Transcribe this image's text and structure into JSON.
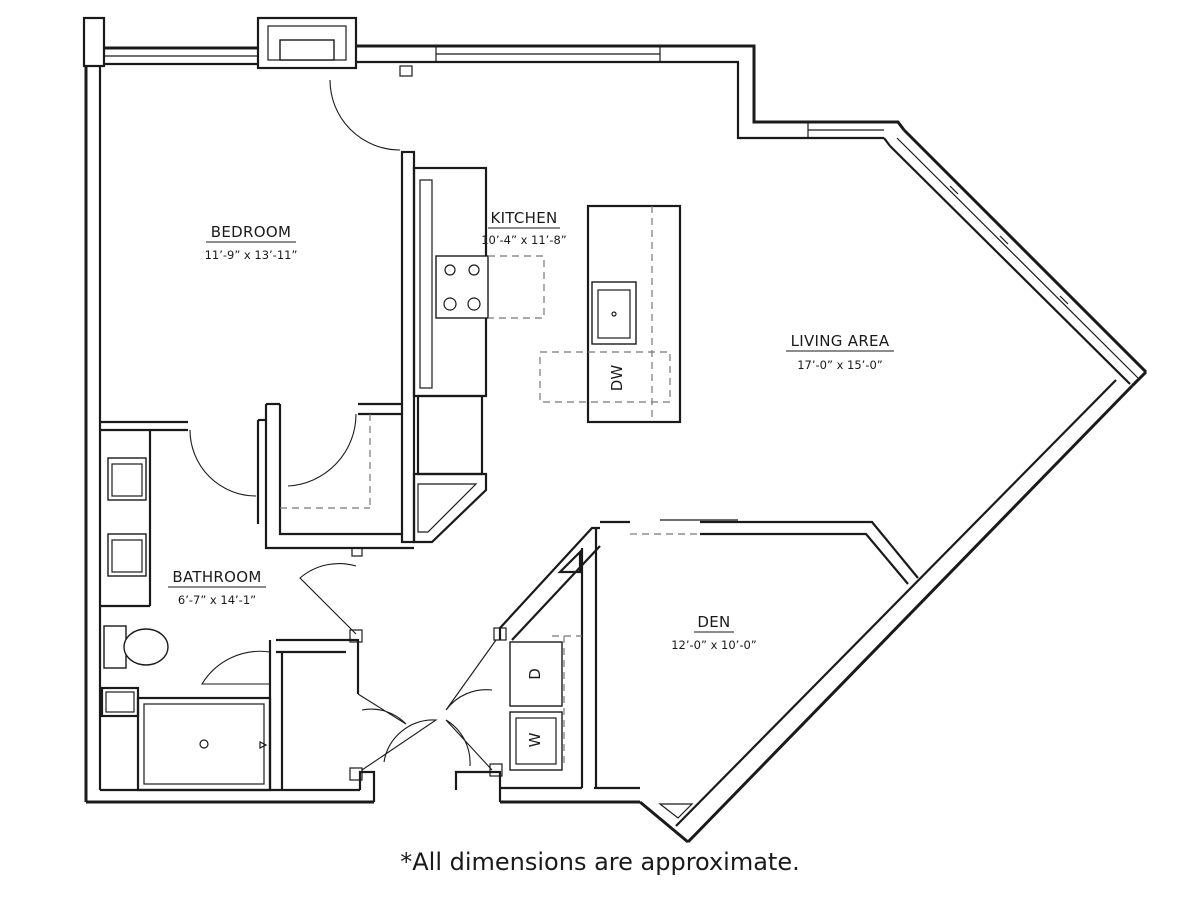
{
  "rooms": {
    "bedroom": {
      "name": "BEDROOM",
      "dims": "11’-9” x 13’-11”"
    },
    "kitchen": {
      "name": "KITCHEN",
      "dims": "10’-4” x 11’-8”"
    },
    "living": {
      "name": "LIVING AREA",
      "dims": "17’-0” x 15’-0”"
    },
    "bathroom": {
      "name": "BATHROOM",
      "dims": "6’-7” x 14’-1”"
    },
    "den": {
      "name": "DEN",
      "dims": "12’-0” x 10’-0”"
    }
  },
  "appliances": {
    "dishwasher": "DW",
    "dryer": "D",
    "washer": "W"
  },
  "disclaimer": "*All dimensions are approximate."
}
